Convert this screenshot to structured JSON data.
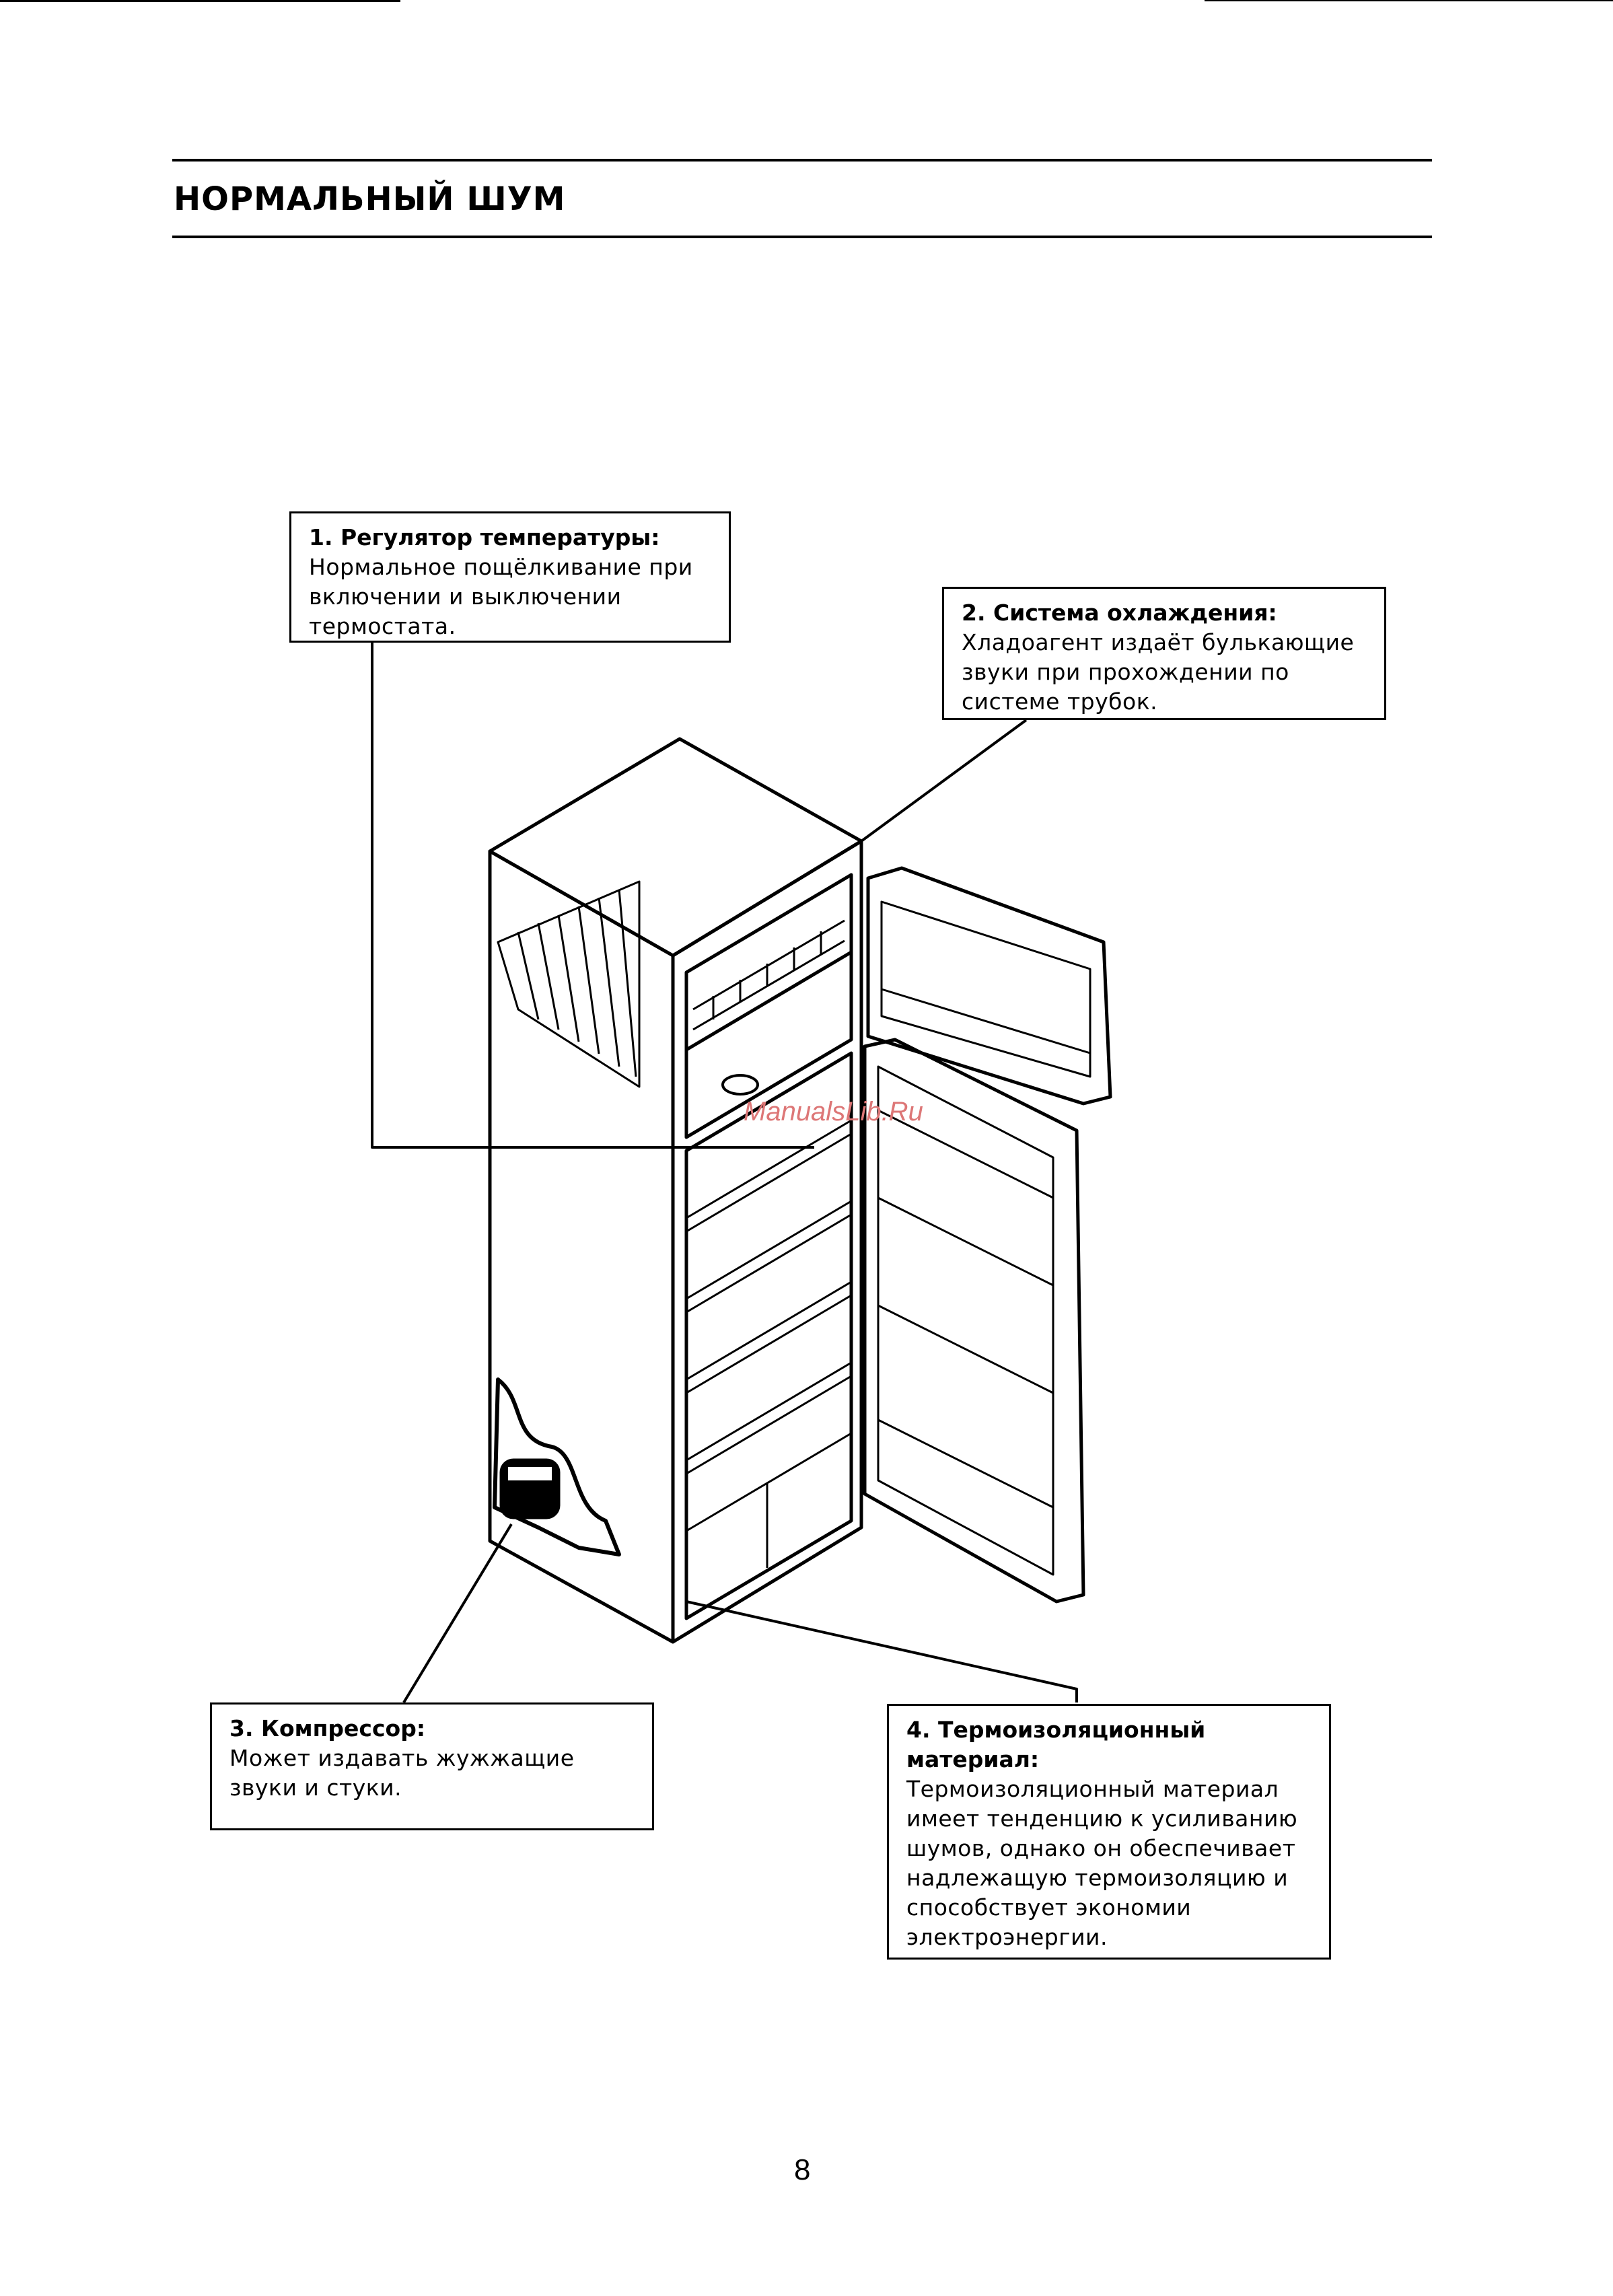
{
  "page": {
    "title": "НОРМАЛЬНЫЙ ШУМ",
    "page_number": "8",
    "watermark": "ManualsLib.Ru"
  },
  "callouts": [
    {
      "title": "1. Регулятор температуры:",
      "body": "Нормальное пощёлкивание при включении и выключении термостата."
    },
    {
      "title": "2. Система охлаждения:",
      "body": "Хладоагент издаёт булькающие звуки при прохождении по системе трубок."
    },
    {
      "title": "3. Компрессор:",
      "body": "Может издавать жужжащие звуки и стуки."
    },
    {
      "title": "4. Термоизоляционный материал:",
      "body": "Термоизоляционный материал имеет тенденцию к усиливанию шумов, однако он обеспечивает надлежащую термоизоляцию и способствует экономии электроэнергии."
    }
  ]
}
